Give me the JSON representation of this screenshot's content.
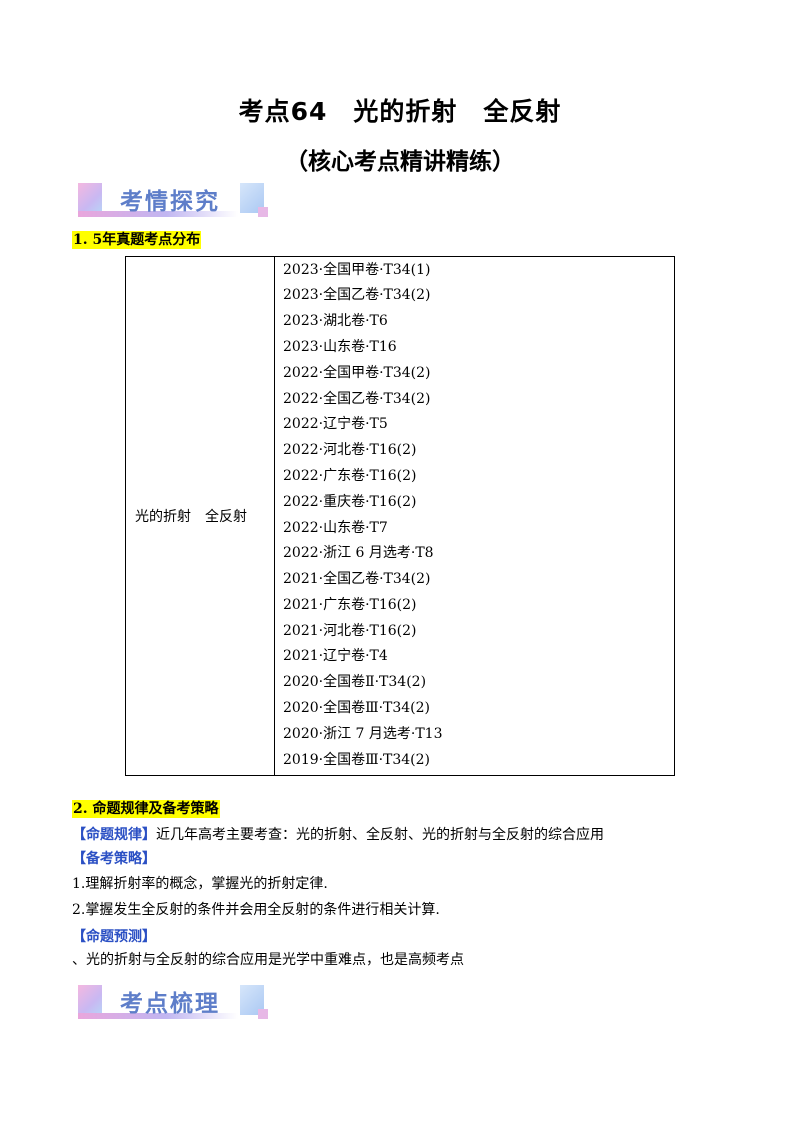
{
  "header": {
    "title": "考点64　光的折射　全反射",
    "subtitle": "（核心考点精讲精练）"
  },
  "banners": {
    "exam_analysis": "考情探究",
    "key_points": "考点梳理"
  },
  "section1": {
    "heading": "1. 5年真题考点分布",
    "topic": "光的折射　全反射",
    "years": [
      "2023·全国甲卷·T34(1)",
      "2023·全国乙卷·T34(2)",
      "2023·湖北卷·T6",
      "2023·山东卷·T16",
      "2022·全国甲卷·T34(2)",
      "2022·全国乙卷·T34(2)",
      "2022·辽宁卷·T5",
      "2022·河北卷·T16(2)",
      "2022·广东卷·T16(2)",
      "2022·重庆卷·T16(2)",
      "2022·山东卷·T7",
      "2022·浙江 6 月选考·T8",
      "2021·全国乙卷·T34(2)",
      "2021·广东卷·T16(2)",
      "2021·河北卷·T16(2)",
      "2021·辽宁卷·T4",
      "2020·全国卷Ⅱ·T34(2)",
      "2020·全国卷Ⅲ·T34(2)",
      "2020·浙江 7 月选考·T13",
      "2019·全国卷Ⅲ·T34(2)"
    ]
  },
  "section2": {
    "heading": "2.  命题规律及备考策略",
    "rule_label": "【命题规律】",
    "rule_text": "近几年高考主要考查：光的折射、全反射、光的折射与全反射的综合应用",
    "strategy_label": "【备考策略】",
    "strategy_items": [
      "1.理解折射率的概念，掌握光的折射定律.",
      "2.掌握发生全反射的条件并会用全反射的条件进行相关计算."
    ],
    "prediction_label": "【命题预测】",
    "prediction_text": "、光的折射与全反射的综合应用是光学中重难点，也是高频考点"
  }
}
